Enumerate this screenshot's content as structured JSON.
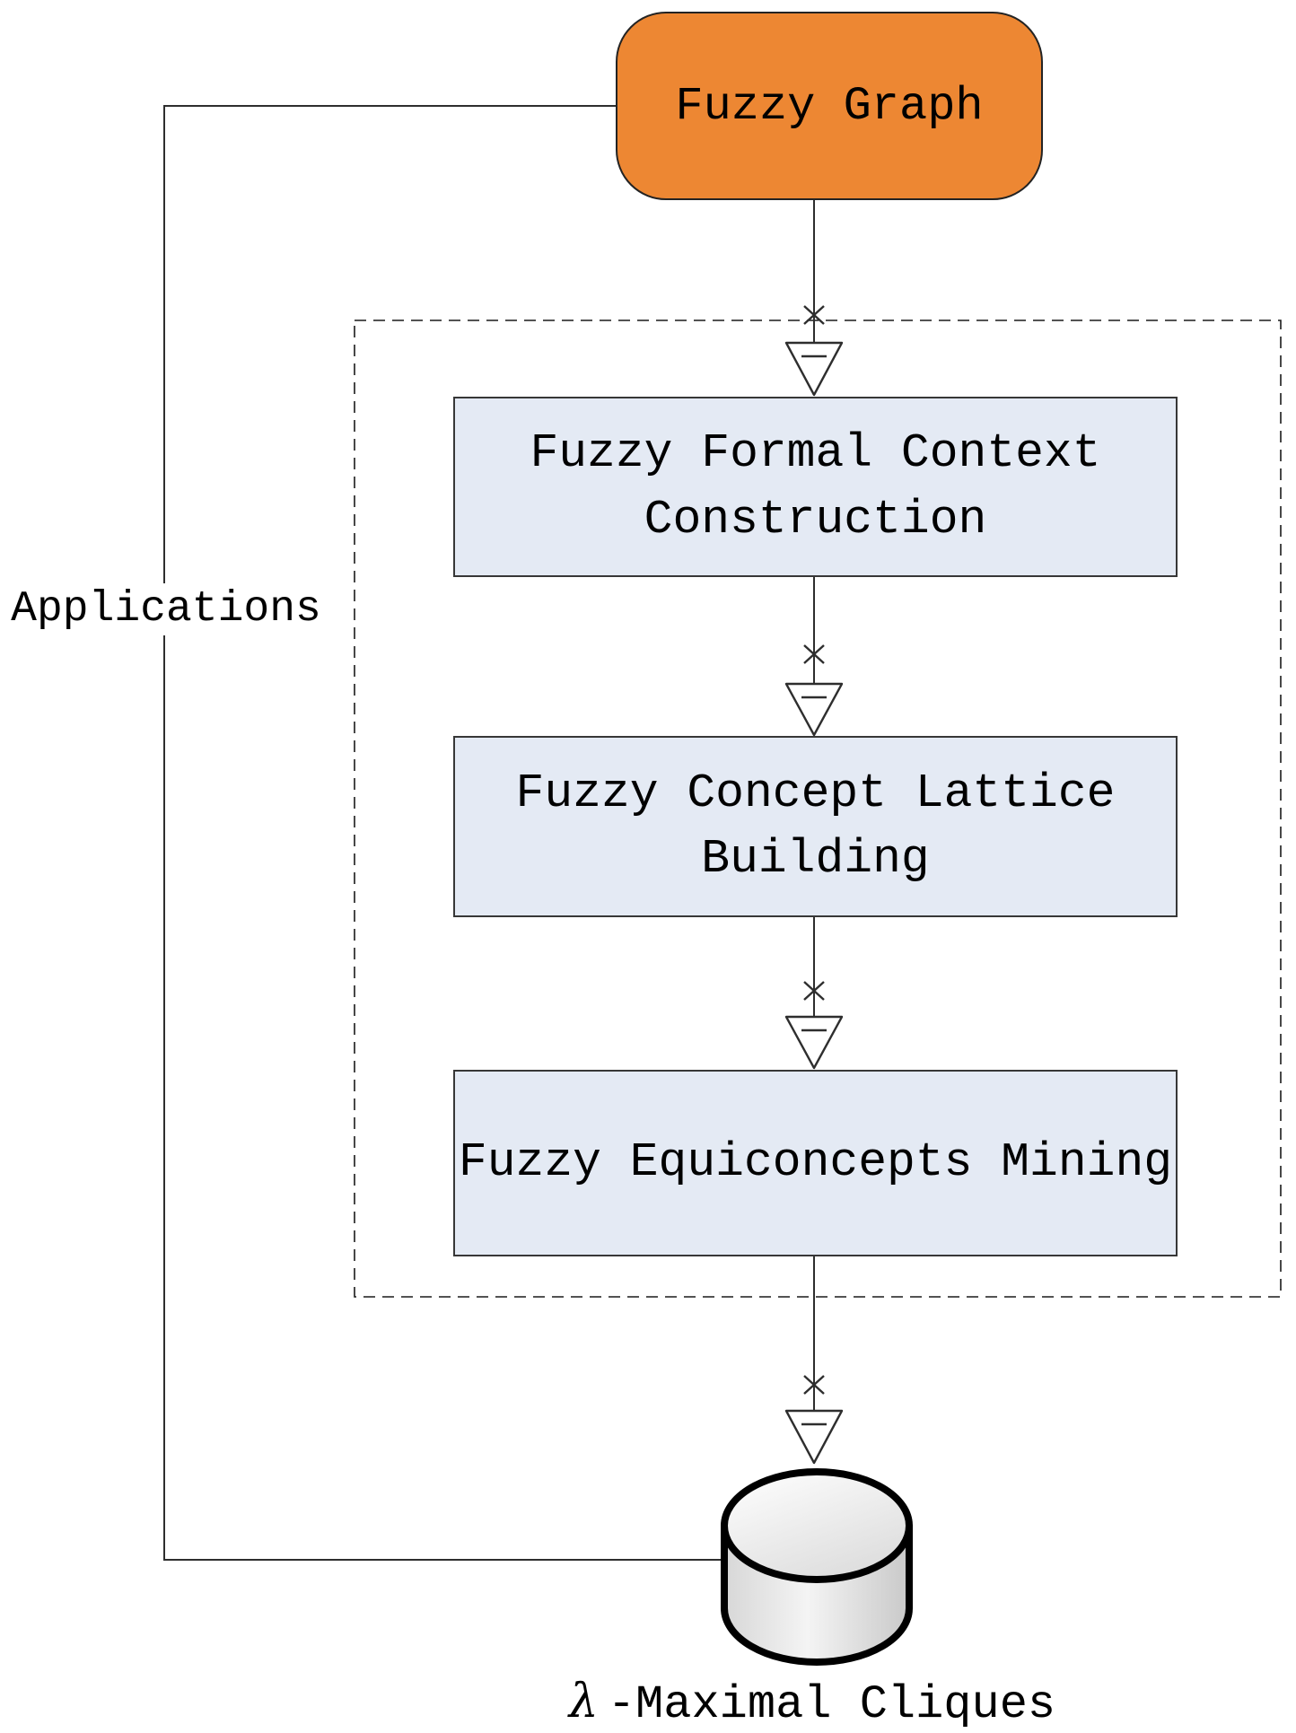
{
  "diagram": {
    "start_node": {
      "label": "Fuzzy Graph"
    },
    "process_nodes": [
      {
        "label": "Fuzzy Formal Context\nConstruction"
      },
      {
        "label": "Fuzzy Concept Lattice\nBuilding"
      },
      {
        "label": "Fuzzy Equiconcepts Mining"
      }
    ],
    "side_label": "Applications",
    "output_node": {
      "lambda": "λ",
      "label_rest": "-Maximal Cliques"
    },
    "colors": {
      "start_node_fill": "#ED8733",
      "process_node_fill": "#E4EAF4",
      "node_border": "#373737",
      "line_color": "#2e2e2e",
      "dashed_border": "#1a1a1a",
      "cylinder_stroke": "#000000",
      "cylinder_fill_light": "#f9f9f9",
      "cylinder_fill_dark": "#cfcfcf",
      "text_color": "#000000",
      "background": "#ffffff"
    }
  }
}
